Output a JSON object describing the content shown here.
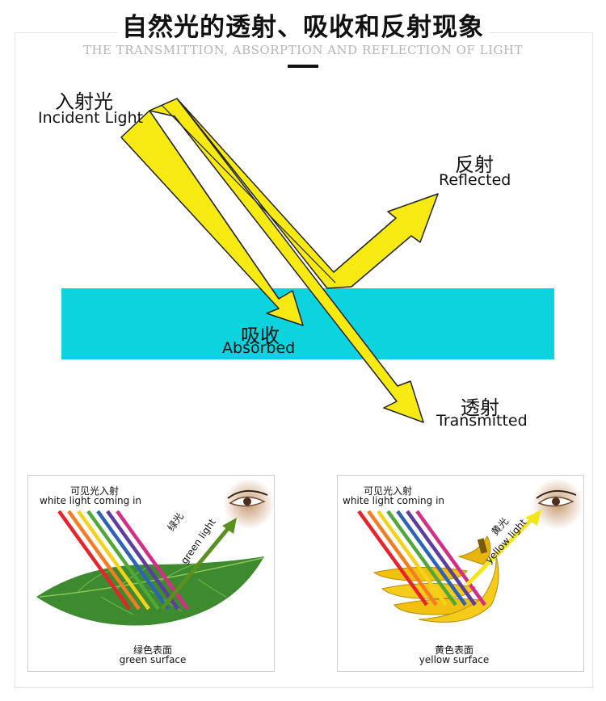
{
  "header": {
    "title": "自然光的透射、吸收和反射现象",
    "subtitle": "THE TRANSMITTION, ABSORPTION AND REFLECTION OF LIGHT"
  },
  "main_diagram": {
    "incident_zh": "入射光",
    "incident_en": "Incident Light",
    "reflected_zh": "反射",
    "reflected_en": "Reflected",
    "absorbed_zh": "吸收",
    "absorbed_en": "Absorbed",
    "transmitted_zh": "透射",
    "transmitted_en": "Transmitted",
    "colors": {
      "beam": "#f6ea12",
      "beam_outline": "#222222",
      "medium": "#0cd3de"
    }
  },
  "panels": [
    {
      "incoming_zh": "可见光入射",
      "incoming_en": "white light coming in",
      "reflected_zh": "绿光",
      "reflected_en": "green light",
      "surface_zh": "绿色表面",
      "surface_en": "green surface",
      "reflected_color": "#5b8f1f"
    },
    {
      "incoming_zh": "可见光入射",
      "incoming_en": "white light coming in",
      "reflected_zh": "黄光",
      "reflected_en": "yellow light",
      "surface_zh": "黄色表面",
      "surface_en": "yellow surface",
      "reflected_color": "#f3e61a"
    }
  ]
}
